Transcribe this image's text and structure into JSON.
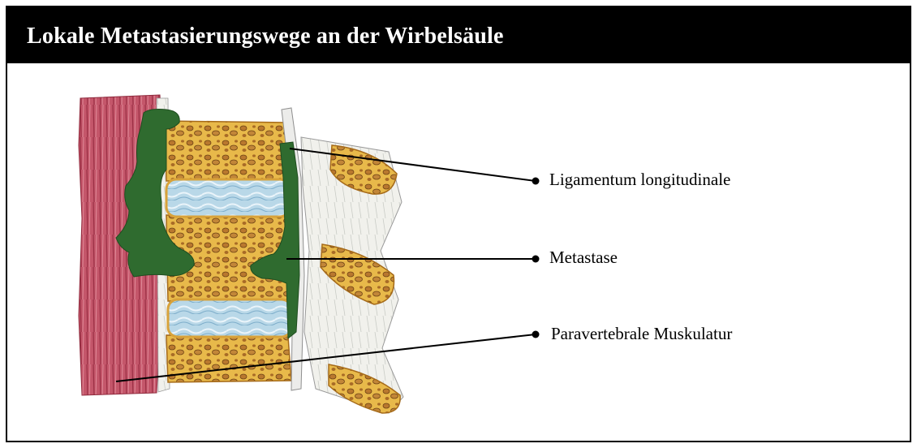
{
  "title": "Lokale Metastasierungswege an der Wirbelsäule",
  "labels": {
    "ligament": "Ligamentum longitudinale",
    "metastasis": "Metastase",
    "musculature": "Paravertebrale Muskulatur"
  },
  "colors": {
    "header": "#000000",
    "metastasis": "#2f6b2f",
    "muscle": "#b84a5c",
    "bone": "#e6b43a",
    "disc": "#a9cde0"
  }
}
